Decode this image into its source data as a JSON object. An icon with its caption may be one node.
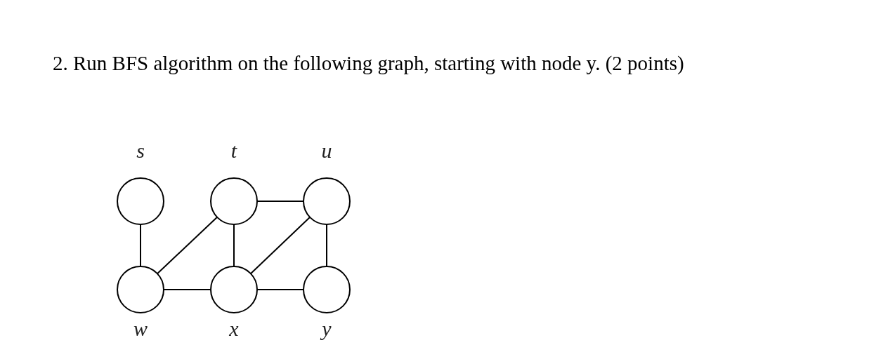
{
  "diagram": {
    "title": "2. Run BFS algorithm on the following graph, starting with node y. (2 points)",
    "nodes": [
      {
        "text": [
          "s"
        ]
      },
      {
        "text": [
          "t"
        ]
      },
      {
        "text": [
          "u"
        ]
      },
      {
        "text": [
          "w"
        ]
      },
      {
        "text": [
          "x"
        ]
      },
      {
        "text": [
          "y"
        ]
      }
    ],
    "edges": [
      {
        "from": 0,
        "to": 3,
        "arrow": "none"
      },
      {
        "from": 1,
        "to": 2,
        "arrow": "none"
      },
      {
        "from": 3,
        "to": 1,
        "arrow": "none"
      },
      {
        "from": 1,
        "to": 4,
        "arrow": "none"
      },
      {
        "from": 4,
        "to": 2,
        "arrow": "none"
      },
      {
        "from": 2,
        "to": 5,
        "arrow": "none"
      },
      {
        "from": 3,
        "to": 4,
        "arrow": "none"
      },
      {
        "from": 4,
        "to": 5,
        "arrow": "none"
      }
    ]
  }
}
